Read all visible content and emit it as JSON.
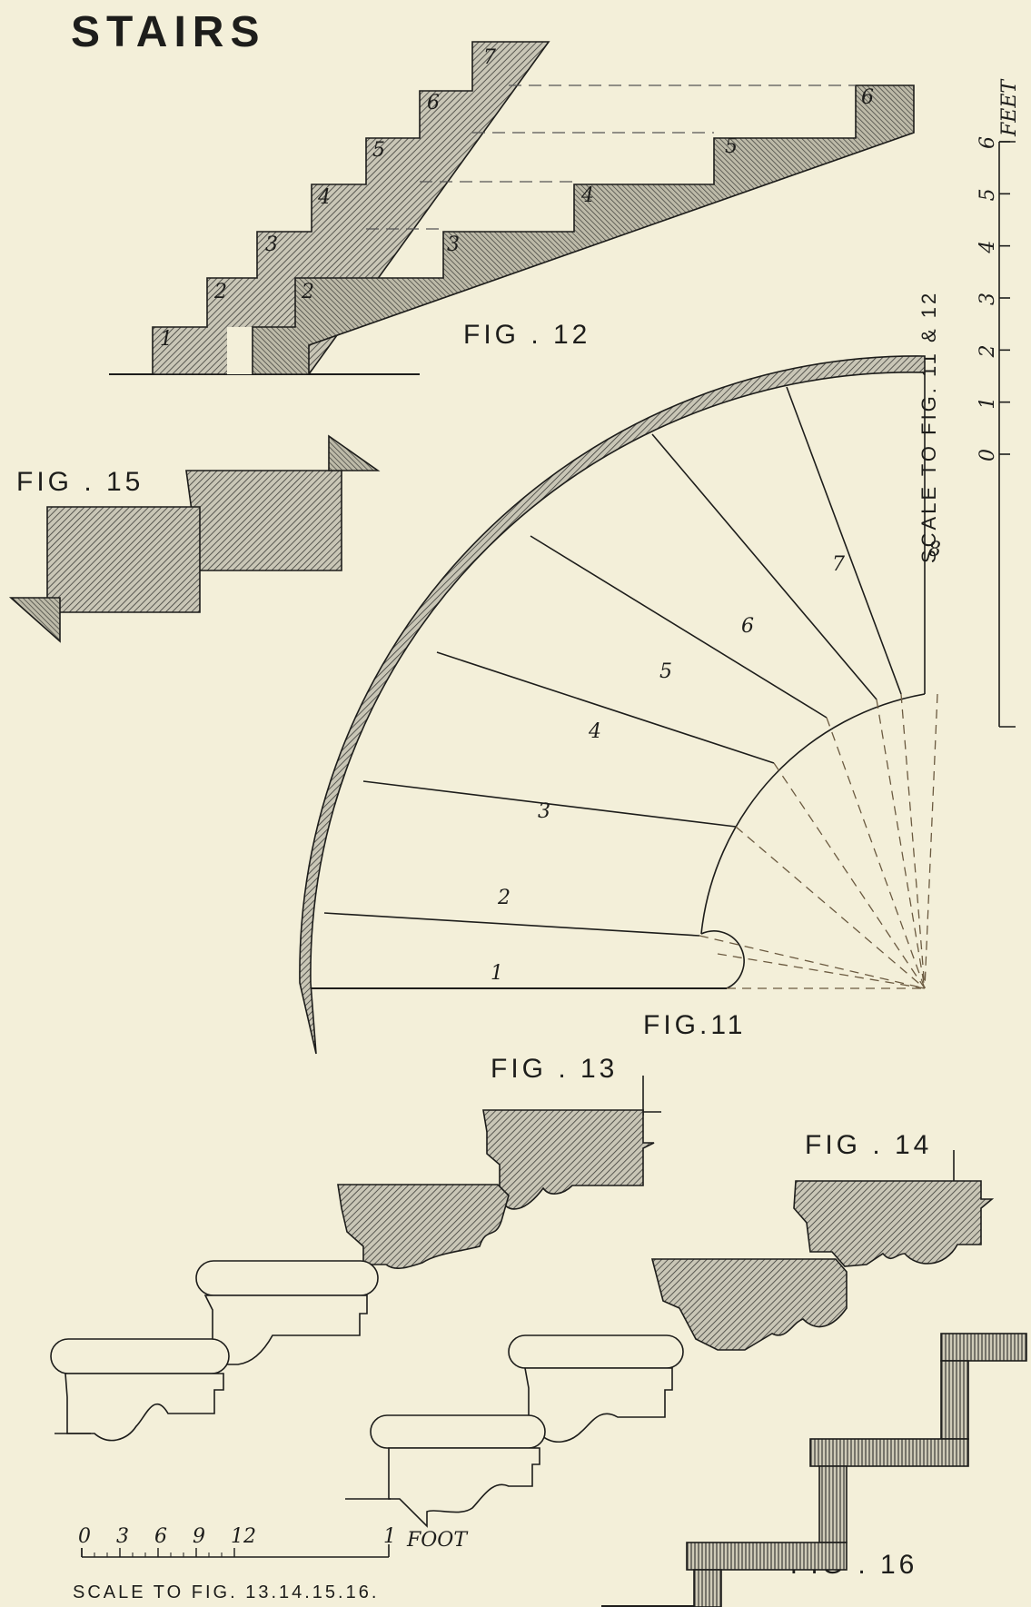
{
  "title": "STAIRS",
  "figures": {
    "fig11": "FIG.11",
    "fig12": "FIG . 12",
    "fig13": "FIG . 13",
    "fig14": "FIG . 14",
    "fig15": "FIG . 15",
    "fig16": "FIG . 16"
  },
  "fig11_steps": [
    "1",
    "2",
    "3",
    "4",
    "5",
    "6",
    "7",
    "8"
  ],
  "fig12_left_steps": [
    "1",
    "2",
    "3",
    "4",
    "5",
    "6",
    "7"
  ],
  "fig12_right_steps": [
    "2",
    "3",
    "4",
    "5",
    "6"
  ],
  "scale_feet": {
    "unit": "FEET",
    "ticks": [
      "0",
      "1",
      "2",
      "3",
      "4",
      "5",
      "6"
    ],
    "caption": "SCALE TO FIG. 11 & 12"
  },
  "scale_foot": {
    "ticks": [
      "0",
      "3",
      "6",
      "9",
      "12"
    ],
    "end": "1",
    "unit": "FOOT",
    "caption": "SCALE TO FIG. 13.14.15.16."
  },
  "colors": {
    "paper": "#f3efd9",
    "ink": "#1d1d1b",
    "hatch": "#4a4a44"
  }
}
